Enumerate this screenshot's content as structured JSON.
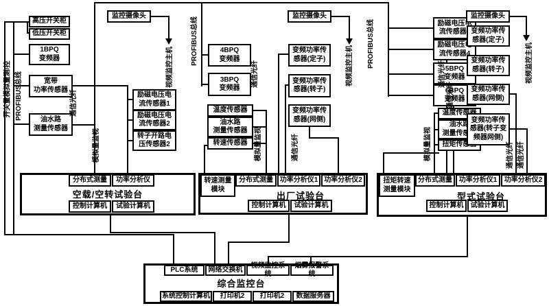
{
  "boxes": {
    "hv_switchgear": "高压开关柜",
    "lv_switchgear": "低压开关柜",
    "bpq1": "1BPQ\n变频器",
    "camera_left": "监控摄像头",
    "broadband_power_sensor": "宽带\n功率传感器",
    "oil_water_sensor_left": "油水路\n测量传感器",
    "excitation_sensor1": "励磁电压电\n流传感器1",
    "excitation_sensor2": "励磁电压电\n流传感器2",
    "rotor_open_sensor": "转子开路电\n压传感器2",
    "camera_center": "监控摄像头",
    "bpq4": "4BPQ\n变频器",
    "bpq3": "3BPQ\n变频器",
    "temp_sensor_center": "温度传感器",
    "oil_water_sensor_center": "油水路\n测量传感器",
    "speed_sensor": "转速传感器",
    "vf_power_stator_center": "变频功率传\n感器(定子)",
    "vf_power_rotor_center": "变频功率传\n感器(转子)",
    "vf_power_grid_center": "变频功率传\n感器(网侧)",
    "excitation_sensor3": "励磁电压电\n流传感器3",
    "excitation_sensor4": "励磁电压电\n流传感器4",
    "bpq5": "5BPQ\n变频器",
    "bpq6": "6BPQ\n变频器",
    "temp_sensor_right": "温度传感器",
    "oil_water_sensor_right": "油水路\n测量传感器",
    "torque_sensor": "扭矩传感器",
    "camera_right": "监控摄像头",
    "vf_power_stator_right": "变频功率传\n感器(定子)",
    "vf_power_rotor_right": "变频功率传\n感器(转子)",
    "vf_power_grid_right": "变频功率传\n感器(网侧)",
    "vf_power_rotor_grid_right": "变频功率传\n感器(转子变\n频器网侧)"
  },
  "platform_noload": {
    "title": "空载/空转试验台",
    "distributed": "分布式测量",
    "analyzer": "功率分析仪",
    "control_pc": "控制计算机",
    "test_pc": "试验计算机"
  },
  "platform_factory": {
    "title": "出厂试验台",
    "speed_module": "转速测量\n模块",
    "distributed": "分布式测量",
    "analyzer1": "功率分析仪1",
    "analyzer2": "功率分析仪2",
    "control_pc": "控制计算机",
    "test_pc": "试验计算机"
  },
  "platform_type": {
    "title": "型式试验台",
    "torque_module": "扭矩转速\n测量模块",
    "distributed": "分布式测量",
    "analyzer1": "功率分析仪1",
    "analyzer2": "功率分析仪2",
    "control_pc": "控制计算机",
    "test_pc": "试验计算机"
  },
  "console": {
    "title": "综合监控台",
    "plc": "PLC系统",
    "switch": "网络交换机",
    "video": "视频监控系统",
    "smoke": "烟雾报警系统",
    "sys_pc": "系统控制计算机",
    "printer1": "打印机2",
    "printer2": "打印机2",
    "data_server": "数据服务器"
  },
  "vlabels": {
    "io_measure": "开关量模拟量测/控",
    "profibus_left": "PROFIBUS总线",
    "profibus_center": "PROFIBUS总线",
    "profibus_right": "PROFIBUS总线",
    "fiber_left": "通信光纤",
    "fiber_center1": "通信光纤",
    "fiber_center2": "通信光纤",
    "fiber_right1": "通信光纤",
    "fiber_right2": "通信光纤",
    "fiber_right3": "通信光纤",
    "fiber_right4": "通信光纤",
    "analog_left": "模拟量监视",
    "analog_center": "模拟量监视",
    "analog_right": "模拟量监视",
    "video_host_left": "视频监控主机",
    "video_host_center": "视频监控主机",
    "video_host_right": "视频监控主机"
  },
  "colors": {
    "line": "#000000",
    "background": "#ffffff"
  }
}
